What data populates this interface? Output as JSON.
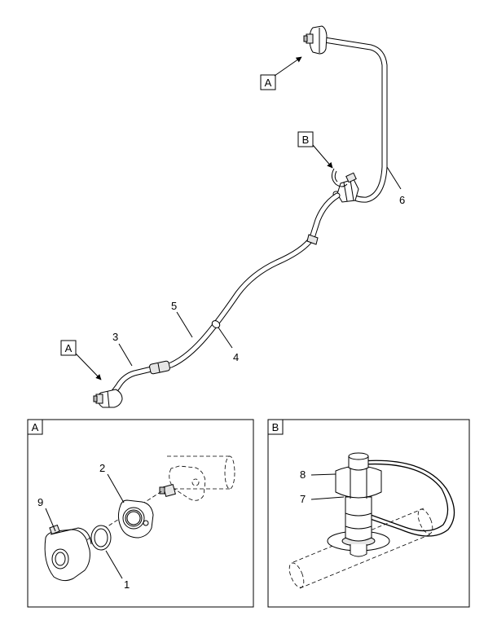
{
  "diagram": {
    "view_labels": {
      "a": "A",
      "b": "B"
    },
    "callouts": {
      "p1": "1",
      "p2": "2",
      "p3": "3",
      "p4": "4",
      "p5": "5",
      "p6": "6",
      "p7": "7",
      "p8": "8",
      "p9": "9"
    },
    "detail_panels": {
      "a_title": "A",
      "b_title": "B"
    }
  }
}
